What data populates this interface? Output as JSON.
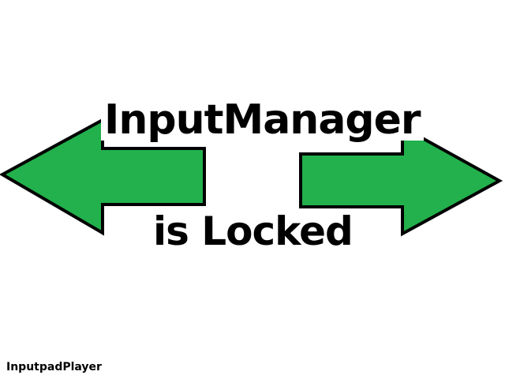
{
  "message": {
    "line1": "InputManager",
    "line2": "is Locked"
  },
  "footer": {
    "app_name": "InputpadPlayer"
  },
  "icons": {
    "left": "arrow-left-icon",
    "right": "arrow-right-icon"
  },
  "colors": {
    "background": "#ffffff",
    "arrow_fill": "#22b14c",
    "arrow_outline": "#000000",
    "text": "#000000"
  }
}
